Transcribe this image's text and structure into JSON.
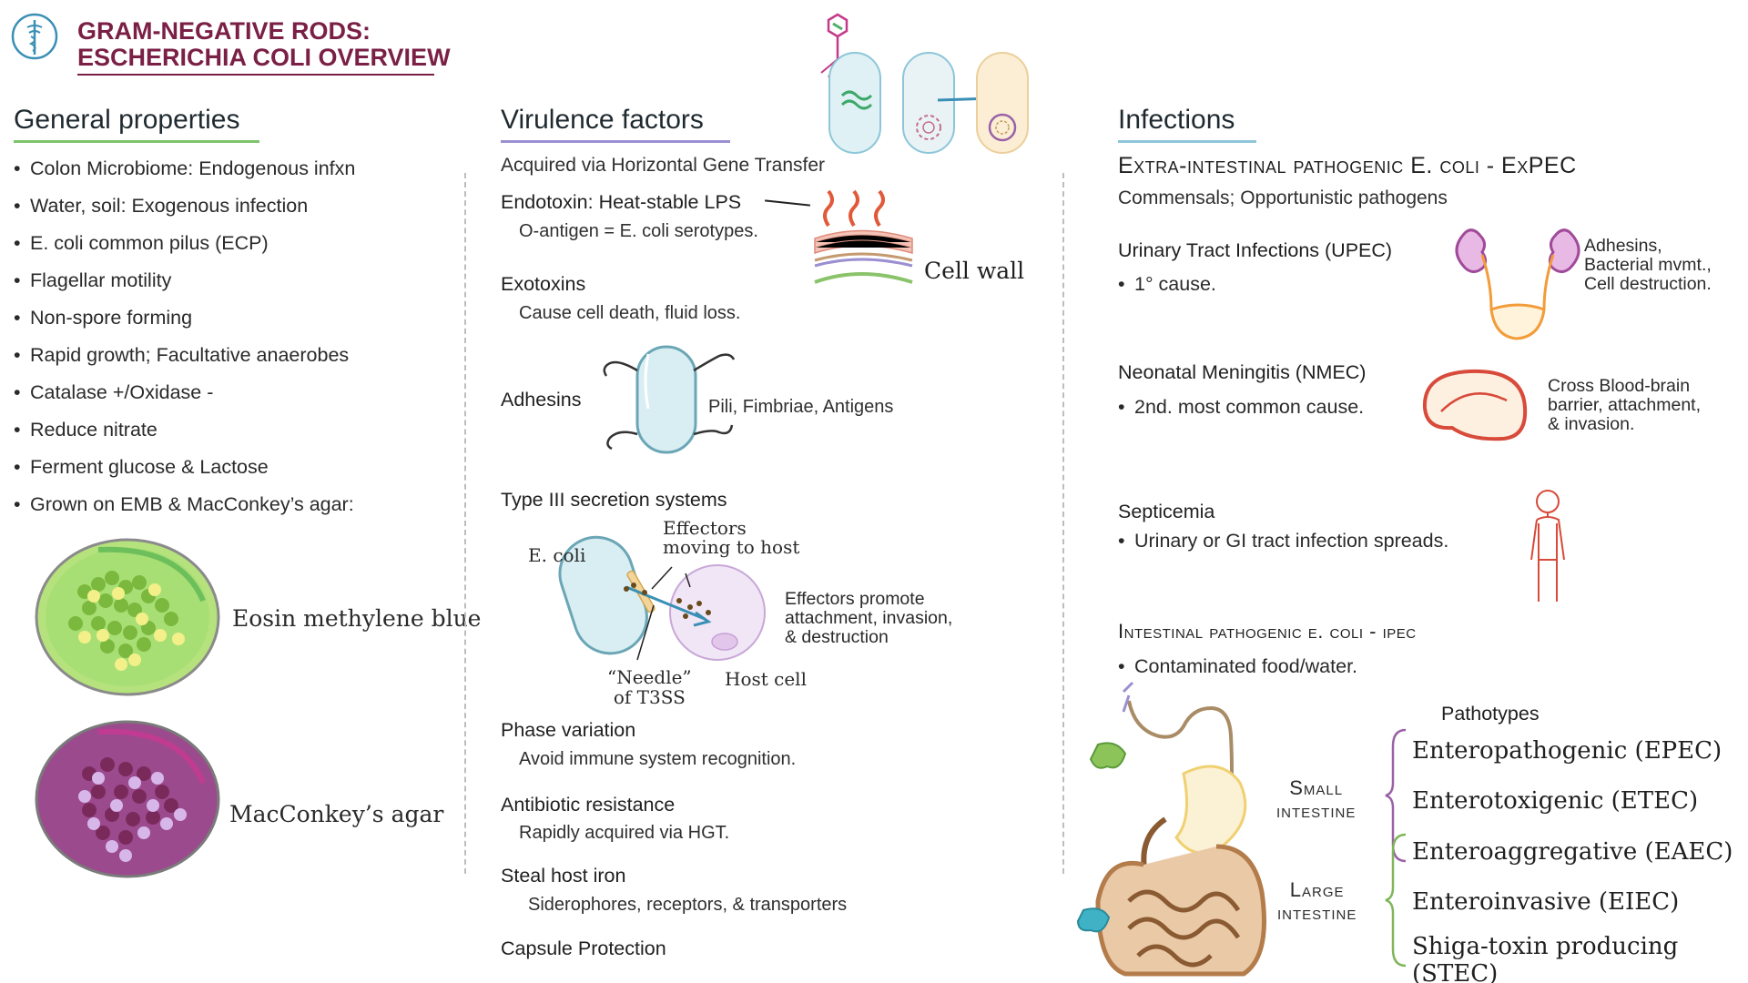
{
  "header": {
    "title_line1": "GRAM-NEGATIVE RODS:",
    "title_line2": "ESCHERICHIA COLI OVERVIEW"
  },
  "general": {
    "title": "General properties",
    "bullets": [
      "Colon Microbiome: Endogenous infxn",
      "Water, soil: Exogenous infection",
      "E. coli common pilus (ECP)",
      "Flagellar motility",
      "Non-spore forming",
      "Rapid growth; Facultative anaerobes",
      "Catalase +/Oxidase -",
      "Reduce nitrate",
      "Ferment glucose & Lactose",
      "Grown on EMB & MacConkey’s agar:"
    ],
    "plate1_label": "Eosin methylene blue",
    "plate2_label": "MacConkey’s agar"
  },
  "virulence": {
    "title": "Virulence factors",
    "intro": "Acquired via Horizontal Gene Transfer",
    "endotoxin_head": "Endotoxin: Heat-stable LPS",
    "endotoxin_sub": "O-antigen = E. coli serotypes.",
    "cell_wall": "Cell wall",
    "exotoxins_head": "Exotoxins",
    "exotoxins_sub": "Cause cell death, fluid loss.",
    "adhesins_head": "Adhesins",
    "adhesins_label": "Pili, Fimbriae, Antigens",
    "t3ss_head": "Type III secretion systems",
    "t3ss_ecoli": "E. coli",
    "t3ss_effectors_1": "Effectors",
    "t3ss_effectors_2": "moving to host",
    "t3ss_promote_1": "Effectors promote",
    "t3ss_promote_2": "attachment, invasion,",
    "t3ss_promote_3": "& destruction",
    "t3ss_needle_1": "“Needle”",
    "t3ss_needle_2": "of T3SS",
    "t3ss_host": "Host cell",
    "phase_head": "Phase variation",
    "phase_sub": "Avoid immune system recognition.",
    "abx_head": "Antibiotic resistance",
    "abx_sub": "Rapidly acquired via HGT.",
    "iron_head": "Steal host iron",
    "iron_sub": "Siderophores, receptors, & transporters",
    "capsule_head": "Capsule Protection"
  },
  "infections": {
    "title": "Infections",
    "expec_head": "Extra-intestinal  pathogenic E. coli - ExPEC",
    "expec_sub": "Commensals; Opportunistic pathogens",
    "uti_head": "Urinary Tract Infections (UPEC)",
    "uti_bullet": "1° cause.",
    "uti_label_1": "Adhesins,",
    "uti_label_2": "Bacterial mvmt.,",
    "uti_label_3": "Cell destruction.",
    "nmec_head": "Neonatal Meningitis (NMEC)",
    "nmec_bullet": "2nd. most common cause.",
    "nmec_label_1": "Cross Blood-brain",
    "nmec_label_2": "barrier, attachment,",
    "nmec_label_3": "& invasion.",
    "sept_head": "Septicemia",
    "sept_bullet": "Urinary or GI tract infection spreads.",
    "ipec_head": "Intestinal pathogenic e. coli - ipec",
    "ipec_bullet": "Contaminated food/water.",
    "pathotypes_title": "Pathotypes",
    "small_1": "Small",
    "small_2": "intestine",
    "large_1": "Large",
    "large_2": "intestine",
    "pathotypes": [
      "Enteropathogenic (EPEC)",
      "Enterotoxigenic (ETEC)",
      "Enteroaggregative (EAEC)",
      "Enteroinvasive (EIEC)",
      "Shiga-toxin producing (STEC)"
    ]
  },
  "colors": {
    "brand": "#7a1f45",
    "general_underline": "#7cc36b",
    "virulence_underline": "#9b8fd1",
    "infections_underline": "#8cc6d8",
    "small_brace": "#9a62a6",
    "large_brace": "#7fb65a"
  },
  "icons": [
    "caduceus-icon",
    "bacteriophage-icon",
    "kidney-icon",
    "brain-icon",
    "human-figure-icon",
    "intestine-icon"
  ]
}
